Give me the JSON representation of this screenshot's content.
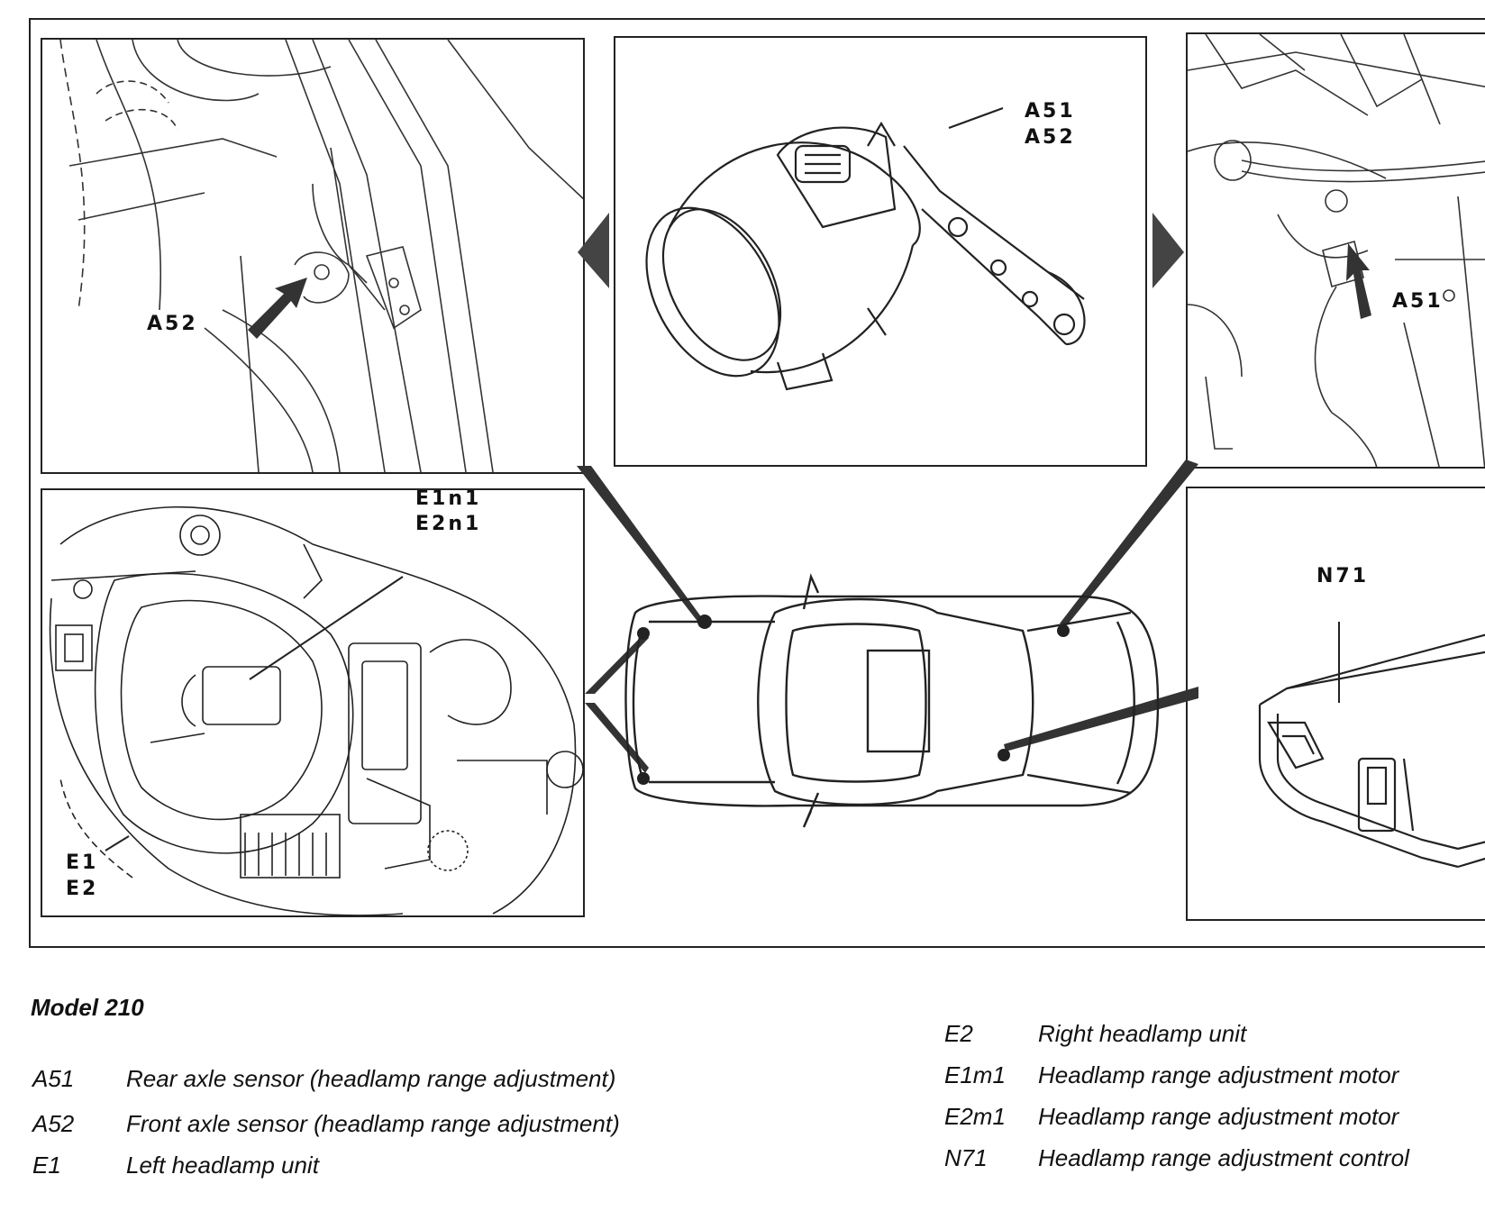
{
  "labels": {
    "a52_topleft": "A52",
    "a51_a52_center_1": "A51",
    "a51_a52_center_2": "A52",
    "a51_topright": "A51",
    "e1n1": "E1n1",
    "e2n1": "E2n1",
    "e1": "E1",
    "e2": "E2",
    "n71": "N71"
  },
  "caption": {
    "title": "Model 210"
  },
  "legend_left": [
    {
      "code": "A51",
      "desc": "Rear axle sensor (headlamp range adjustment)"
    },
    {
      "code": "A52",
      "desc": "Front axle sensor (headlamp range adjustment)"
    },
    {
      "code": "E1",
      "desc": "Left headlamp unit"
    }
  ],
  "legend_right": [
    {
      "code": "E2",
      "desc": "Right headlamp unit"
    },
    {
      "code": "E1m1",
      "desc": "Headlamp range adjustment motor"
    },
    {
      "code": "E2m1",
      "desc": "Headlamp range adjustment motor"
    },
    {
      "code": "N71",
      "desc": "Headlamp range adjustment control"
    }
  ],
  "colors": {
    "ink": "#222222",
    "arrow": "#333333",
    "paper": "#ffffff"
  }
}
